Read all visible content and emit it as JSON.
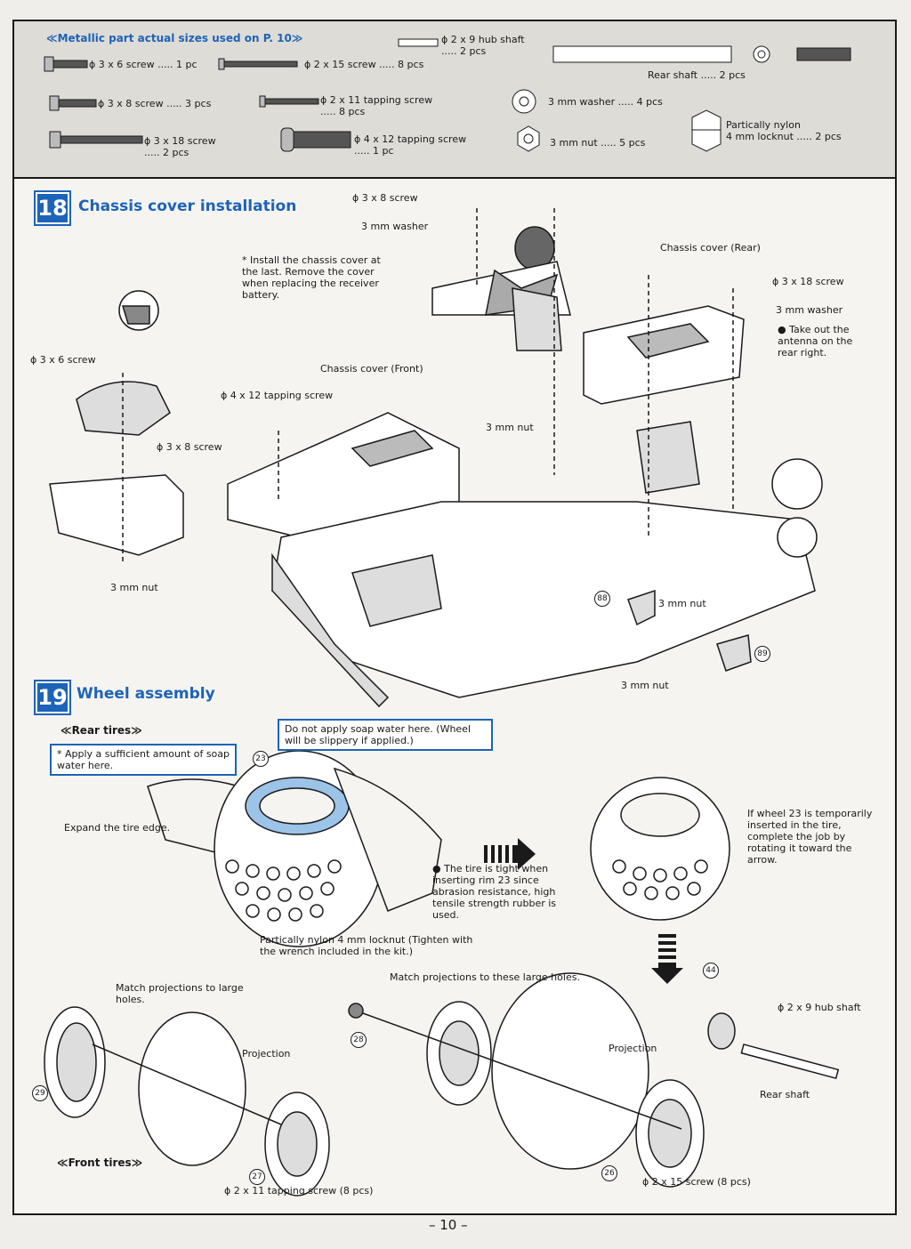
{
  "parts_list": {
    "title": "≪Metallic part actual sizes used on P. 10≫",
    "items": [
      {
        "id": "screw-3x6",
        "label": "ϕ 3 x 6 screw ..... 1 pc"
      },
      {
        "id": "screw-2x15",
        "label": "ϕ 2 x 15 screw ..... 8 pcs"
      },
      {
        "id": "hub-shaft",
        "label": "ϕ 2 x 9 hub shaft\n..... 2 pcs"
      },
      {
        "id": "rear-shaft",
        "label": "Rear shaft ..... 2 pcs"
      },
      {
        "id": "screw-3x8",
        "label": "ϕ 3 x 8 screw ..... 3 pcs"
      },
      {
        "id": "tap-2x11",
        "label": "ϕ 2 x 11 tapping screw\n..... 8 pcs"
      },
      {
        "id": "washer-3mm",
        "label": "3 mm washer ..... 4 pcs"
      },
      {
        "id": "screw-3x18",
        "label": "ϕ 3 x 18 screw\n..... 2 pcs"
      },
      {
        "id": "tap-4x12",
        "label": "ϕ 4 x 12 tapping screw\n..... 1 pc"
      },
      {
        "id": "nut-3mm",
        "label": "3 mm nut ..... 5 pcs"
      },
      {
        "id": "locknut-4mm",
        "label": "Partically nylon\n4 mm locknut ..... 2 pcs"
      }
    ]
  },
  "step18": {
    "number": "18",
    "title": "Chassis cover installation",
    "note": "* Install the chassis cover at the last. Remove the cover when replacing the receiver battery.",
    "labels": {
      "screw_3x8_top": "ϕ 3 x 8 screw",
      "washer_top": "3 mm washer",
      "cover_rear": "Chassis cover (Rear)",
      "screw_3x18": "ϕ 3 x 18 screw",
      "washer_right": "3 mm washer",
      "antenna_note": "● Take out the antenna on the rear right.",
      "screw_3x6": "ϕ 3 x 6 screw",
      "cover_front": "Chassis cover (Front)",
      "tap_4x12": "ϕ 4 x 12 tapping screw",
      "nut_mid": "3 mm nut",
      "screw_3x8_left": "ϕ 3 x 8 screw",
      "nut_left": "3 mm nut",
      "nut_88": "3 mm nut",
      "nut_bottom": "3 mm nut",
      "part88": "88",
      "part89": "89"
    }
  },
  "step19": {
    "number": "19",
    "title": "Wheel assembly",
    "rear_tires": "≪Rear tires≫",
    "soap_box": "* Apply a sufficient amount of soap water here.",
    "no_soap_box": "Do not apply soap water here. (Wheel will be slippery if applied.)",
    "expand": "Expand the tire edge.",
    "tight_note": "● The tire is tight when inserting rim 23 since abrasion resistance, high tensile strength rubber is used.",
    "temp_note": "If wheel 23 is temporarily inserted in the tire, complete the job by rotating it toward the arrow.",
    "locknut": "Partically nylon 4 mm locknut (Tighten with the wrench included in the kit.)",
    "match_large": "Match projections to these large holes.",
    "match_front": "Match projections to large holes.",
    "projection_left": "Projection",
    "projection_right": "Projection",
    "hub_shaft": "ϕ 2 x 9 hub shaft",
    "rear_shaft": "Rear shaft",
    "front_tires": "≪Front tires≫",
    "tap_2x11": "ϕ 2 x 11 tapping screw (8 pcs)",
    "screw_2x15": "ϕ 2 x 15 screw (8 pcs)",
    "part23": "23",
    "part26": "26",
    "part27": "27",
    "part28": "28",
    "part29": "29",
    "part44": "44"
  },
  "page_number": "– 10 –"
}
